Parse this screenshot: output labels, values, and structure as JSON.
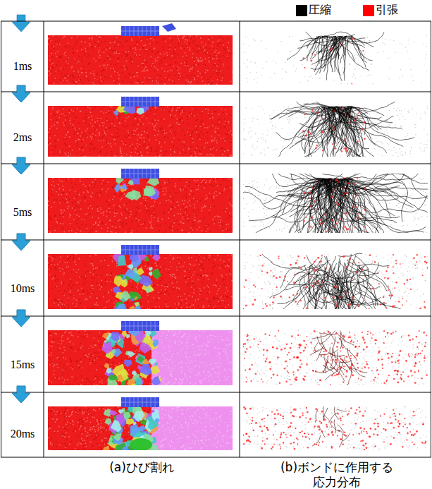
{
  "diagram": {
    "labels": [
      "1ms",
      "2ms",
      "5ms",
      "10ms",
      "15ms",
      "20ms",
      "(a)ひび割れ",
      "(b)ボンドに作用する 応力分布"
    ],
    "legend": [
      {
        "text": "圧縮",
        "color": "#000000"
      },
      {
        "text": "引張",
        "color": "#ff0000"
      }
    ]
  }
}
